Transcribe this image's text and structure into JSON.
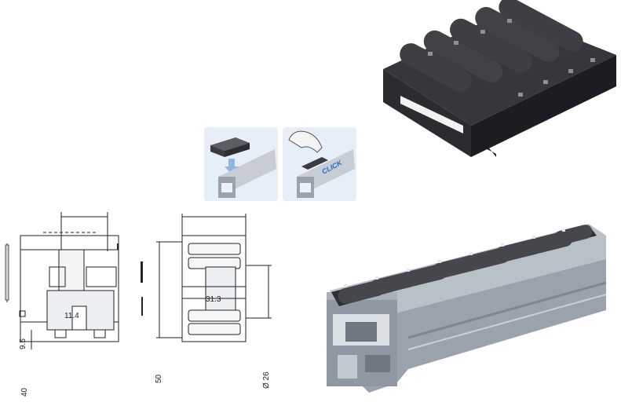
{
  "labels": {
    "dim_11_4": "11.4",
    "dim_9_5": "9.5",
    "dim_40": "40",
    "dim_50": "50",
    "dim_31_3": "31.3",
    "dim_26": "Ø 26",
    "click": "CLICK"
  },
  "colors": {
    "rubber_dark": "#2b2d30",
    "roller": "#3a3c40",
    "aluminum": "#9aa3ad",
    "aluminum_light": "#c3c9d0",
    "aluminum_dark": "#6f7881",
    "panel_bg": "#e6eef7",
    "click_blue": "#1a73c9"
  }
}
